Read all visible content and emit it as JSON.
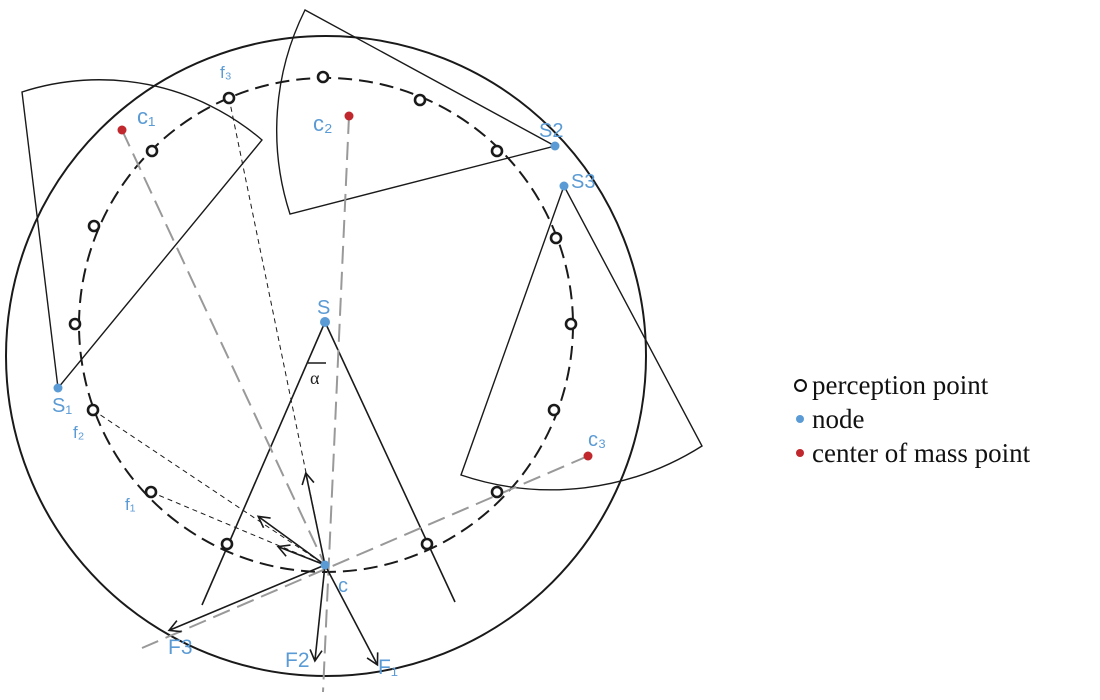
{
  "labels": {
    "S": "S",
    "S1": "S₁",
    "S2": "S2",
    "S3": "S3",
    "c": "c",
    "c1": "c₁",
    "c2": "c₂",
    "c3": "c₃",
    "f1": "f₁",
    "f2": "f₂",
    "f3": "f₃",
    "F1": "F₁",
    "F2": "F2",
    "F3": "F3",
    "alpha": "α"
  },
  "legend": {
    "perception": "perception point",
    "node": "node",
    "mass": "center of mass point"
  },
  "colors": {
    "node": "#5b9bd5",
    "mass": "#c0282d",
    "line": "#1a1a1a",
    "dash_gray": "#999999"
  }
}
